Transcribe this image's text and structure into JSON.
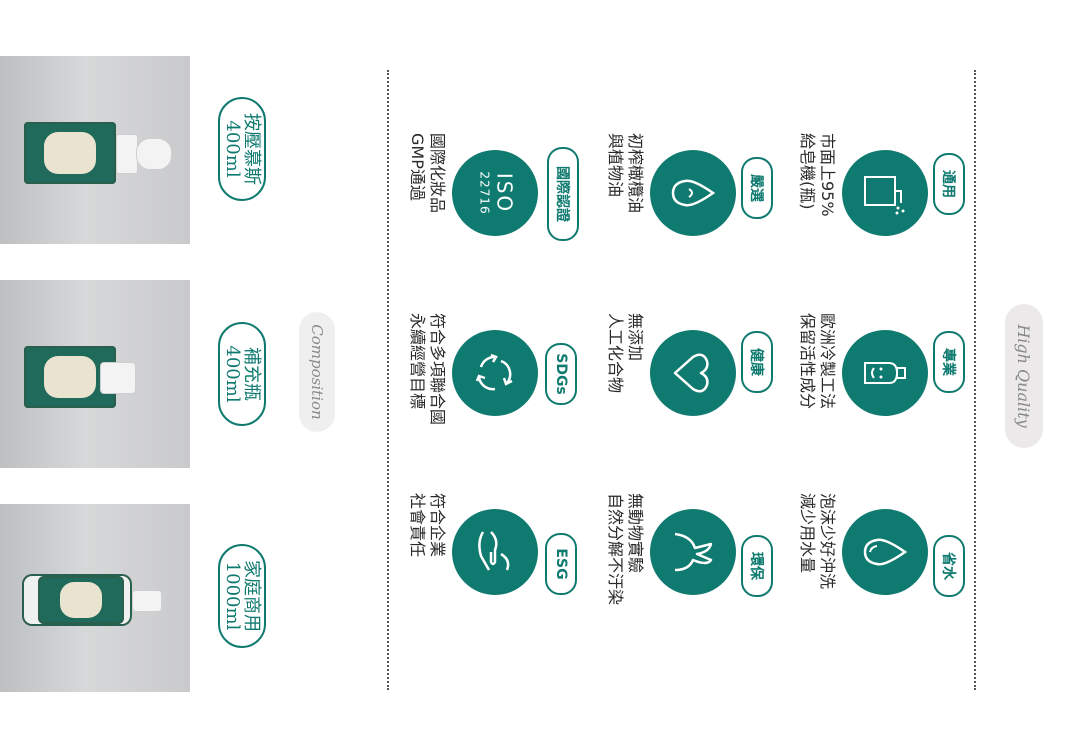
{
  "products": [
    {
      "name": "按壓慕斯",
      "size": "400ml"
    },
    {
      "name": "補充瓶",
      "size": "400ml"
    },
    {
      "name": "家庭商用",
      "size": "1000ml"
    }
  ],
  "composition_label": "Composition",
  "high_quality_label": "High Quality",
  "features_top": [
    {
      "label": "通用",
      "line1": "市面上95%",
      "line2": "給皂機(瓶)"
    },
    {
      "label": "專業",
      "line1": "歐洲冷製工法",
      "line2": "保留活性成分"
    },
    {
      "label": "省水",
      "line1": "泡沫少好沖洗",
      "line2": "減少用水量"
    }
  ],
  "features_middle": [
    {
      "label": "嚴選",
      "line1": "初榨橄欖油",
      "line2": "與植物油"
    },
    {
      "label": "健康",
      "line1": "無添加",
      "line2": "人工化合物"
    },
    {
      "label": "環保",
      "line1": "無動物實驗",
      "line2": "自然分解不汙染"
    }
  ],
  "features_bottom": [
    {
      "label": "國際認證",
      "line1": "國際化妝品",
      "line2": "GMP通過",
      "badge_line1": "ISO",
      "badge_line2": "22716"
    },
    {
      "label": "SDGs",
      "line1": "符合多項聯合國",
      "line2": "永續經營目標"
    },
    {
      "label": "ESG",
      "line1": "符合企業",
      "line2": "社會責任"
    }
  ],
  "colors": {
    "teal": "#0f7a70",
    "background": "#ffffff",
    "photo_gray": "#c9cacc"
  }
}
